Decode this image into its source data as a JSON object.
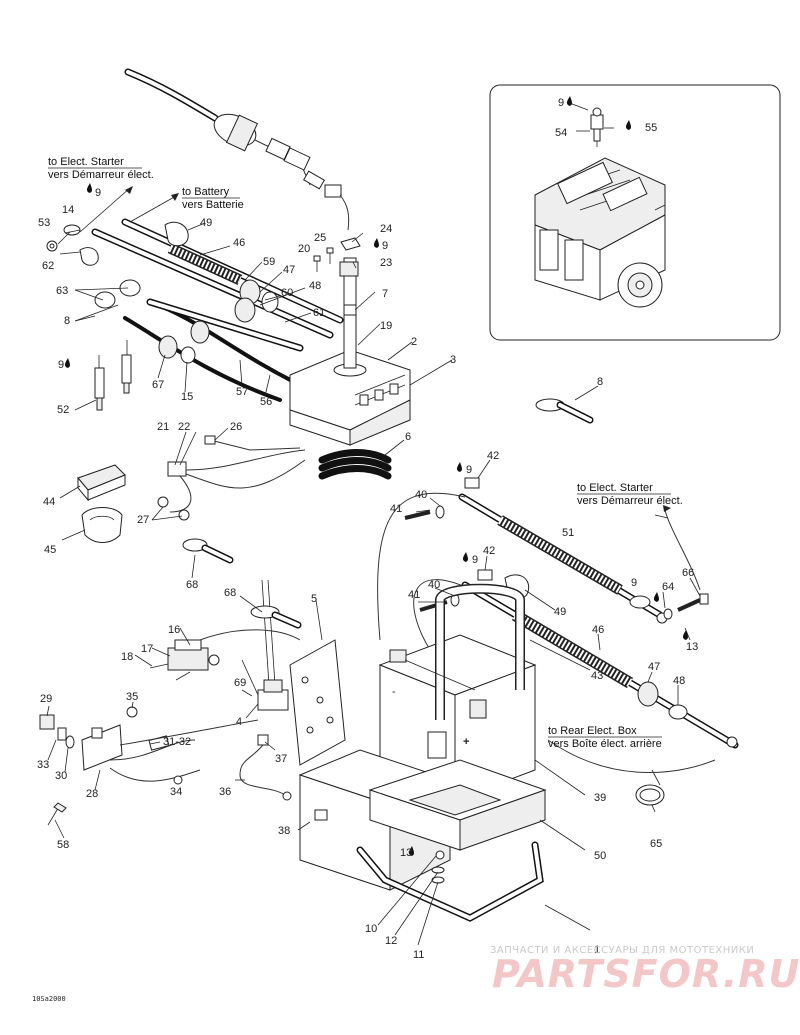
{
  "notes": {
    "elect_starter_top_en": "to Elect. Starter",
    "elect_starter_top_fr": "vers Démarreur élect.",
    "battery_en": "to Battery",
    "battery_fr": "vers Batterie",
    "elect_starter_right_en": "to Elect. Starter",
    "elect_starter_right_fr": "vers Démarreur élect.",
    "rear_box_en": "to Rear Elect. Box",
    "rear_box_fr": "vers Boîte élect. arrière"
  },
  "callouts": {
    "c1": "1",
    "c2": "2",
    "c3": "3",
    "c4": "4",
    "c5": "5",
    "c6": "6",
    "c7": "7",
    "c8a": "8",
    "c8b": "8",
    "c9a": "9",
    "c9b": "9",
    "c9c": "9",
    "c9d": "9",
    "c9e": "9",
    "c9f": "9",
    "c9g": "9",
    "c10": "10",
    "c11": "11",
    "c12": "12",
    "c13a": "13",
    "c13b": "13",
    "c14": "14",
    "c15": "15",
    "c16": "16",
    "c17": "17",
    "c18": "18",
    "c19": "19",
    "c20": "20",
    "c21": "21",
    "c22": "22",
    "c23": "23",
    "c24": "24",
    "c25": "25",
    "c26": "26",
    "c27": "27",
    "c28": "28",
    "c29": "29",
    "c30": "30",
    "c3132": "31-32",
    "c33": "33",
    "c34": "34",
    "c35": "35",
    "c36": "36",
    "c37": "37",
    "c38": "38",
    "c39": "39",
    "c40a": "40",
    "c40b": "40",
    "c41a": "41",
    "c41b": "41",
    "c42a": "42",
    "c42b": "42",
    "c43": "43",
    "c44": "44",
    "c45": "45",
    "c46a": "46",
    "c46b": "46",
    "c47a": "47",
    "c47b": "47",
    "c48a": "48",
    "c48b": "48",
    "c49a": "49",
    "c49b": "49",
    "c50": "50",
    "c51": "51",
    "c52": "52",
    "c53": "53",
    "c54": "54",
    "c55": "55",
    "c56": "56",
    "c57": "57",
    "c58": "58",
    "c59": "59",
    "c60": "60",
    "c61": "61",
    "c62": "62",
    "c63": "63",
    "c64": "64",
    "c65": "65",
    "c66": "66",
    "c67": "67",
    "c68a": "68",
    "c68b": "68",
    "c69": "69"
  },
  "battery_terminals": {
    "minus": "-",
    "plus": "+"
  },
  "drawing_code": "10Sa2000",
  "watermark": {
    "tagline": "ЗАПЧАСТИ И АКСЕССУАРЫ ДЛЯ МОТОТЕХНИКИ",
    "brand": "PARTSFOR.RU"
  }
}
